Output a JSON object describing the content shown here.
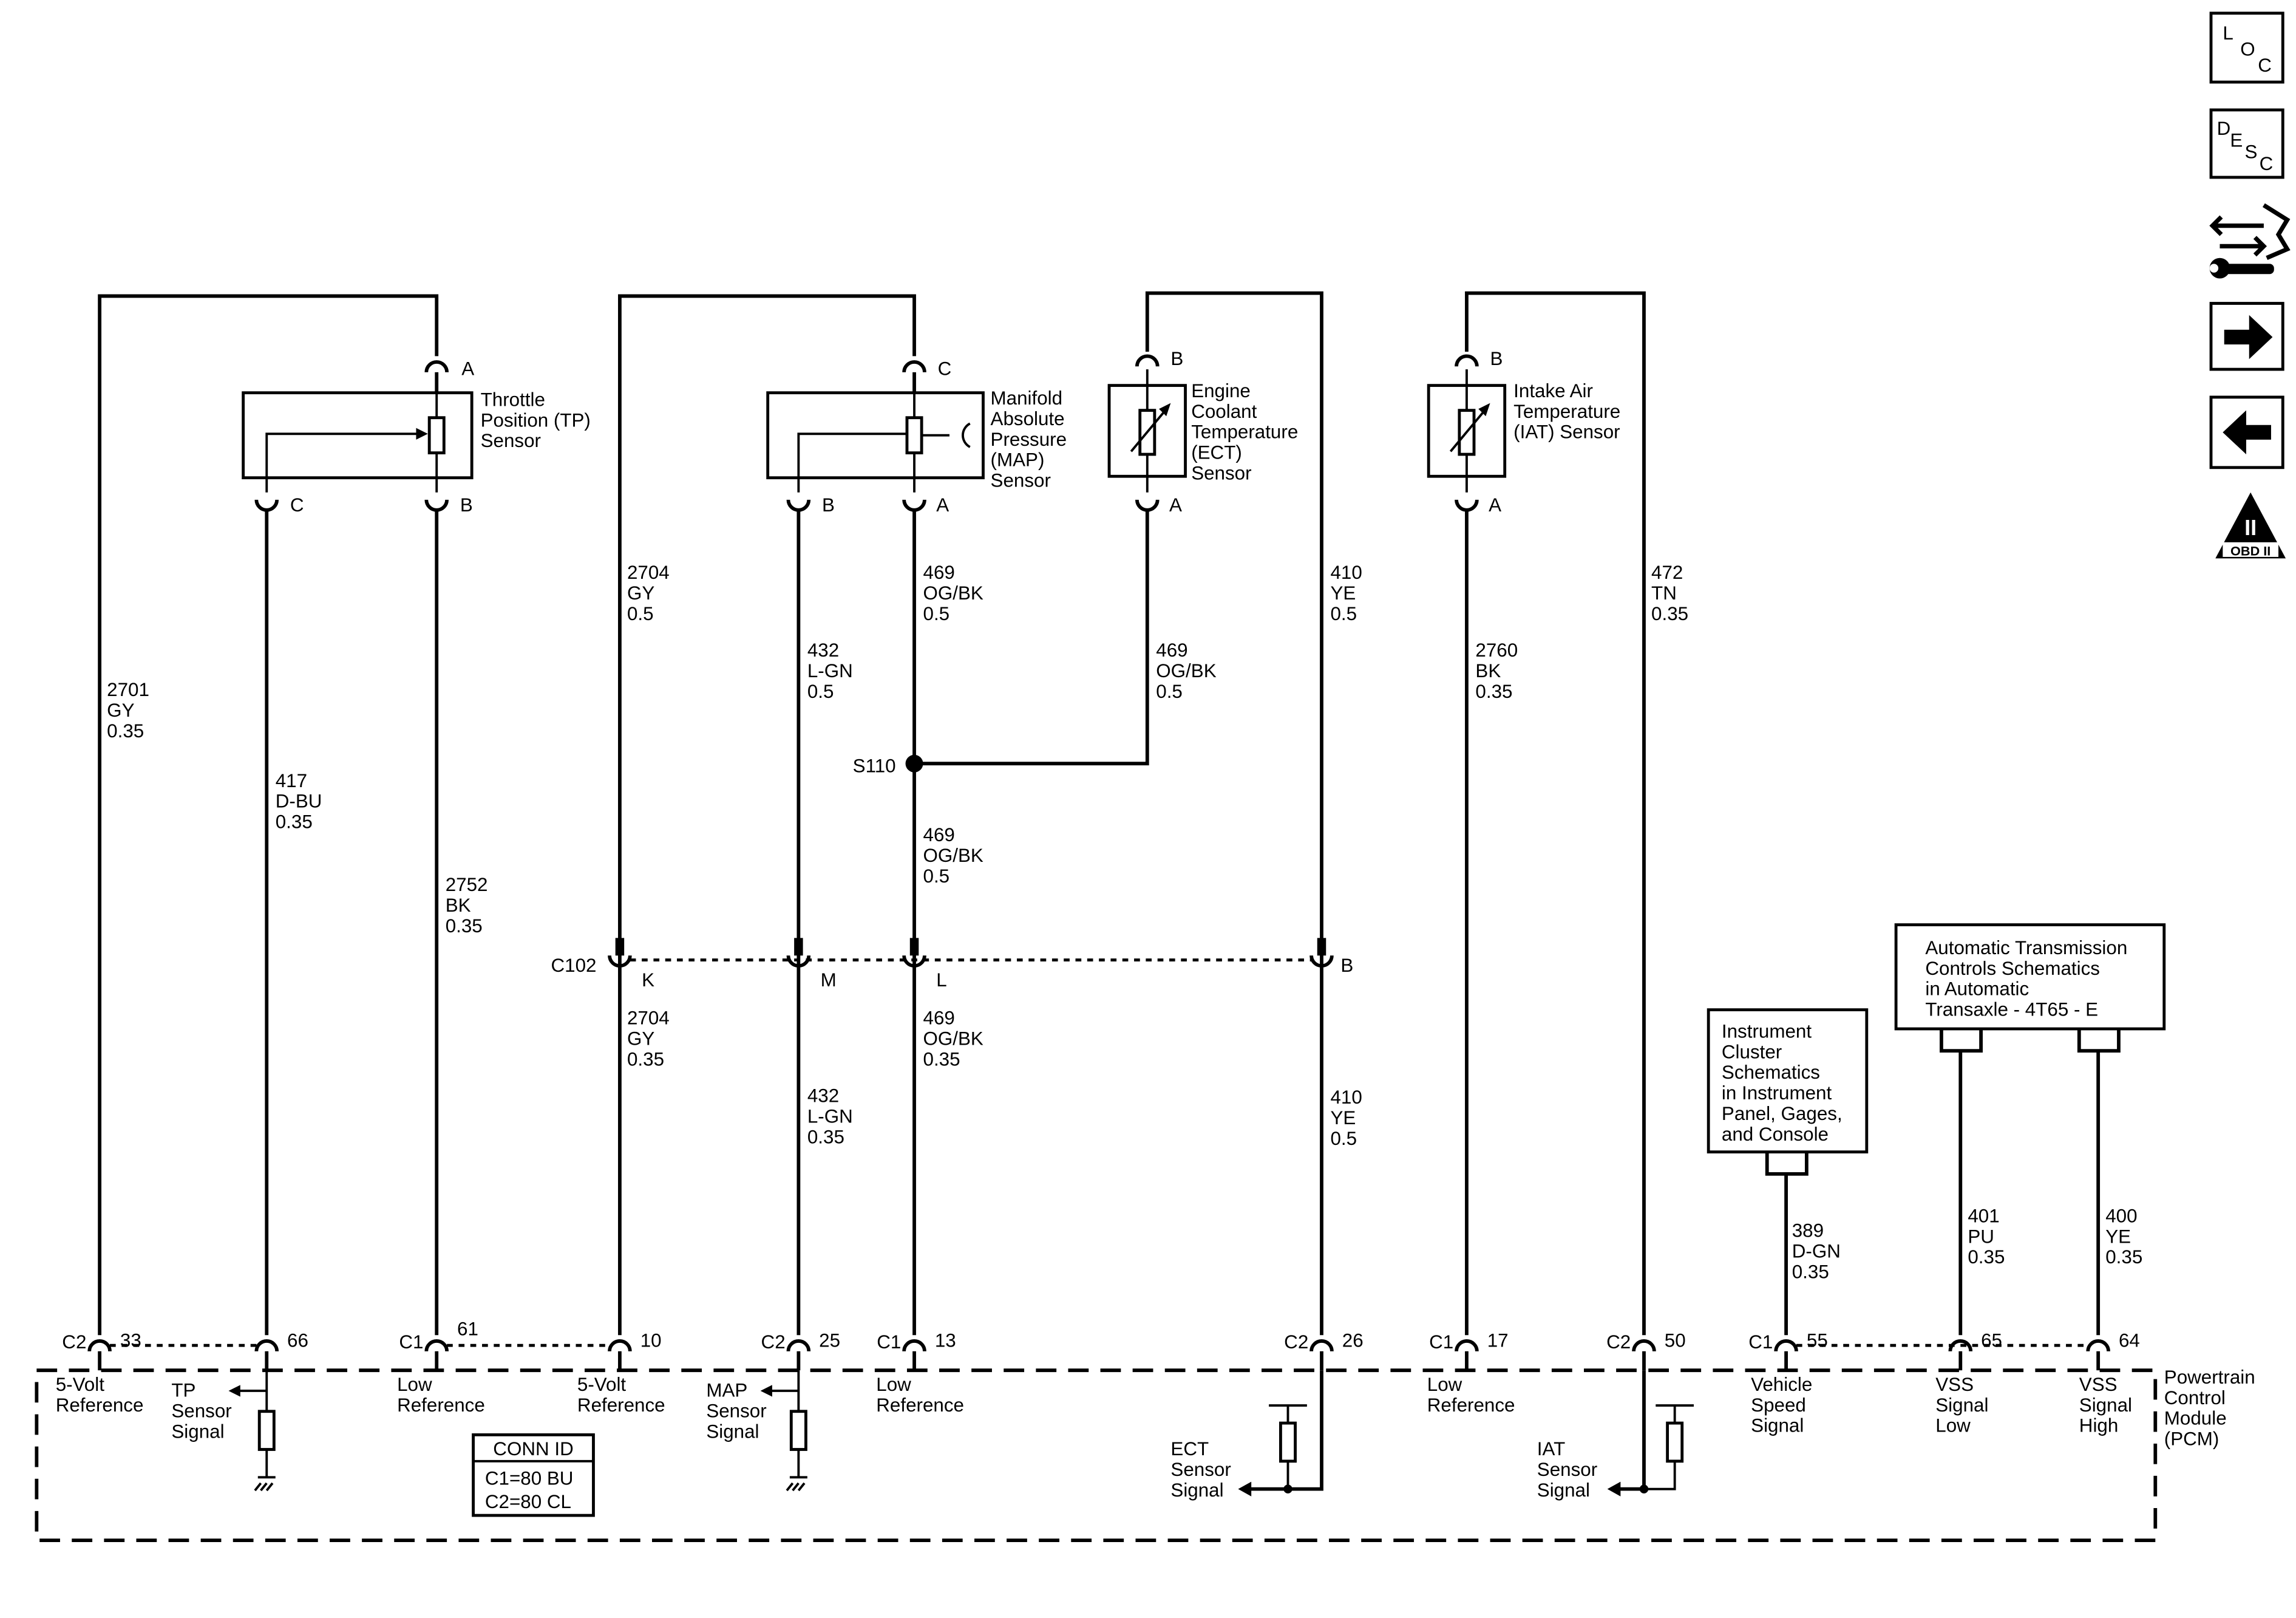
{
  "sensors": {
    "tp": "Throttle\nPosition (TP)\nSensor",
    "map": "Manifold\nAbsolute\nPressure\n(MAP)\nSensor",
    "ect": "Engine\nCoolant\nTemperature\n(ECT)\nSensor",
    "iat": "Intake Air\nTemperature\n(IAT) Sensor"
  },
  "pins": {
    "tp_a": "A",
    "tp_c": "C",
    "tp_b": "B",
    "map_c": "C",
    "map_b": "B",
    "map_a": "A",
    "ect_b": "B",
    "ect_a": "A",
    "iat_b": "B",
    "iat_a": "A"
  },
  "wires": {
    "w2701": "2701\nGY\n0.35",
    "w417": "417\nD-BU\n0.35",
    "w2752": "2752\nBK\n0.35",
    "w2704_top": "2704\nGY\n0.5",
    "w432_top": "432\nL-GN\n0.5",
    "w469_top": "469\nOG/BK\n0.5",
    "w469_ect": "469\nOG/BK\n0.5",
    "w469_mid": "469\nOG/BK\n0.5",
    "w410_top": "410\nYE\n0.5",
    "w2760": "2760\nBK\n0.35",
    "w472": "472\nTN\n0.35",
    "w2704_bot": "2704\nGY\n0.35",
    "w432_bot": "432\nL-GN\n0.35",
    "w469_bot": "469\nOG/BK\n0.35",
    "w410_bot": "410\nYE\n0.5",
    "w389": "389\nD-GN\n0.35",
    "w401": "401\nPU\n0.35",
    "w400": "400\nYE\n0.35"
  },
  "splice": "S110",
  "c102": {
    "label": "C102",
    "pins": {
      "k": "K",
      "m": "M",
      "l": "L",
      "b": "B"
    }
  },
  "pcm_connectors": [
    {
      "conn": "C2",
      "pin": "33",
      "desc": "5-Volt\nReference"
    },
    {
      "conn": "",
      "pin": "66",
      "desc": "TP\nSensor\nSignal"
    },
    {
      "conn": "C1",
      "pin": "61",
      "desc": "Low\nReference"
    },
    {
      "conn": "",
      "pin": "10",
      "desc": "5-Volt\nReference"
    },
    {
      "conn": "C2",
      "pin": "25",
      "desc": "MAP\nSensor\nSignal"
    },
    {
      "conn": "C1",
      "pin": "13",
      "desc": "Low\nReference"
    },
    {
      "conn": "C2",
      "pin": "26",
      "desc": "ECT\nSensor\nSignal"
    },
    {
      "conn": "C1",
      "pin": "17",
      "desc": "Low\nReference"
    },
    {
      "conn": "C2",
      "pin": "50",
      "desc": "IAT\nSensor\nSignal"
    },
    {
      "conn": "C1",
      "pin": "55",
      "desc": "Vehicle\nSpeed\nSignal"
    },
    {
      "conn": "",
      "pin": "65",
      "desc": "VSS\nSignal\nLow"
    },
    {
      "conn": "",
      "pin": "64",
      "desc": "VSS\nSignal\nHigh"
    }
  ],
  "pcm_label": "Powertrain\nControl\nModule\n(PCM)",
  "conn_id": {
    "title": "CONN ID",
    "c1": "C1=80 BU",
    "c2": "C2=80 CL"
  },
  "ref_boxes": {
    "instrument": "Instrument\nCluster\nSchematics\nin Instrument\nPanel, Gages,\nand Console",
    "transmission": "Automatic Transmission\nControls Schematics\nin Automatic\nTransaxle - 4T65 - E"
  },
  "nav": {
    "loc": {
      "l": "L",
      "o": "O",
      "c": "C"
    },
    "desc": {
      "d": "D",
      "e": "E",
      "s": "S",
      "c": "C"
    },
    "obd": "OBD II",
    "obd_numeral": "II"
  }
}
